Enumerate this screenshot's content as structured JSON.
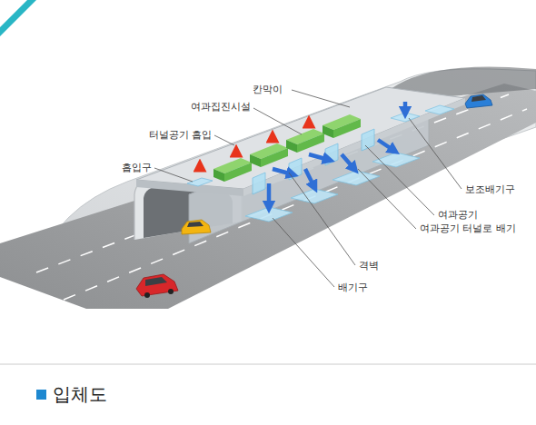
{
  "diagram": {
    "caption": "입체도",
    "labels": [
      "칸막이",
      "여과집진시설",
      "터널공기 흡입",
      "흡입구",
      "보조배기구",
      "여과공기",
      "여과공기 터널로 배기",
      "격벽",
      "배기구"
    ]
  }
}
